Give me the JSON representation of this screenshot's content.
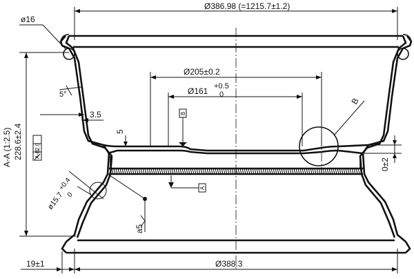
{
  "drawing": {
    "dim_top_diameter": "Ø386.98 (=1215.7±1.2)",
    "dim_bottom_diameter": "Ø388.3",
    "dim_inner_205": "Ø205±0.2",
    "dim_inner_161": "Ø161",
    "dim_161_tol_upper": "+0.5",
    "dim_161_tol_lower": "0",
    "dim_radius_16": "ø16",
    "dim_angle": "5°",
    "dim_thickness": "3.5",
    "dim_step": "5",
    "dim_height_label": "228.6±2.4",
    "section_label": "A-A (1:2.5)",
    "dim_flange_offset": "0±2",
    "dim_hump_diameter": "ø15.7",
    "dim_hump_tol_upper": "+0.4",
    "dim_hump_tol_lower": "0",
    "dim_bottom_width": "19±1",
    "weld_symbol": "a5",
    "detail_label": "B",
    "datum_b": "B",
    "datum_a": "A",
    "tolerance_frame_value": "2.0",
    "tolerance_frame_datum": "A-B"
  }
}
